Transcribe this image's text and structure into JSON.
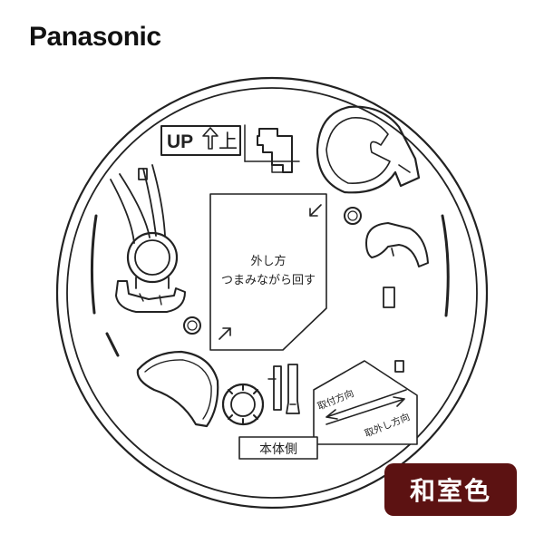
{
  "brand": {
    "logo_text": "Panasonic"
  },
  "labels": {
    "up_label_latin": "UP",
    "up_label_kanji": "上",
    "removal_title": "外し方",
    "removal_instruction": "つまみながら回す",
    "mount_direction": "取付方向",
    "remove_direction": "取外し方向",
    "body_side": "本体側"
  },
  "badge": {
    "text": "和室色",
    "color": "#5c1212"
  },
  "colors": {
    "line": "#222222",
    "fill": "#ffffff"
  }
}
